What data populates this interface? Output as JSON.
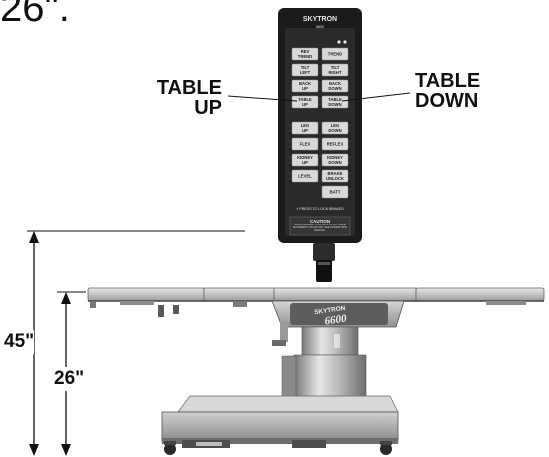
{
  "header_fragment": "26\".",
  "pendant": {
    "brand": "SKYTRON",
    "model": "6600",
    "buttons": [
      [
        "REV TREND",
        "TREND"
      ],
      [
        "TILT LEFT",
        "TILT RIGHT"
      ],
      [
        "BACK UP",
        "BACK DOWN"
      ],
      [
        "TABLE UP",
        "TABLE DOWN"
      ],
      [
        "LEG UP",
        "LEG DOWN"
      ],
      [
        "FLEX",
        "REFLEX"
      ],
      [
        "KIDNEY UP",
        "KIDNEY DOWN"
      ],
      [
        "LEVEL",
        "BRAKE UNLOCK"
      ],
      [
        "",
        "BATT"
      ]
    ],
    "note": "† PRESS TO LOCK BRAKES",
    "caution_title": "CAUTION",
    "caution_text": "HAND PENDANT CONTROL OF OR TABLE MOVEMENT ON OR OFF. SEE OPERATOR'S MANUAL."
  },
  "callouts": {
    "table_up": [
      "TABLE",
      "UP"
    ],
    "table_down": [
      "TABLE",
      "DOWN"
    ]
  },
  "dimensions": {
    "max_height": "45\"",
    "min_height": "26\""
  },
  "table_logo": {
    "brand": "SKYTRON",
    "model": "6600"
  },
  "colors": {
    "pendant_body": "#1b1b1b",
    "button_face": "#d9d9d9",
    "table_metal": "#a9a9a9",
    "ink": "#111111"
  }
}
